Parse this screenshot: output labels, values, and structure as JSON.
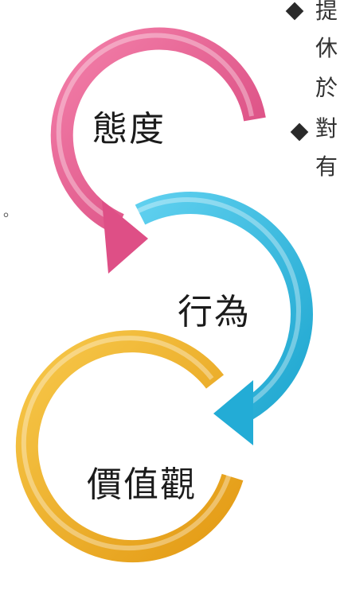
{
  "cycle": {
    "steps": [
      {
        "label": "態度",
        "color": "#e9588f"
      },
      {
        "label": "行為",
        "color": "#2fbde3"
      },
      {
        "label": "價值觀",
        "color": "#f0ad22"
      }
    ]
  },
  "bullets": [
    {
      "lines": [
        "提",
        "休",
        "於"
      ]
    },
    {
      "lines": [
        "對",
        "有"
      ]
    }
  ],
  "stray_mark": "。"
}
